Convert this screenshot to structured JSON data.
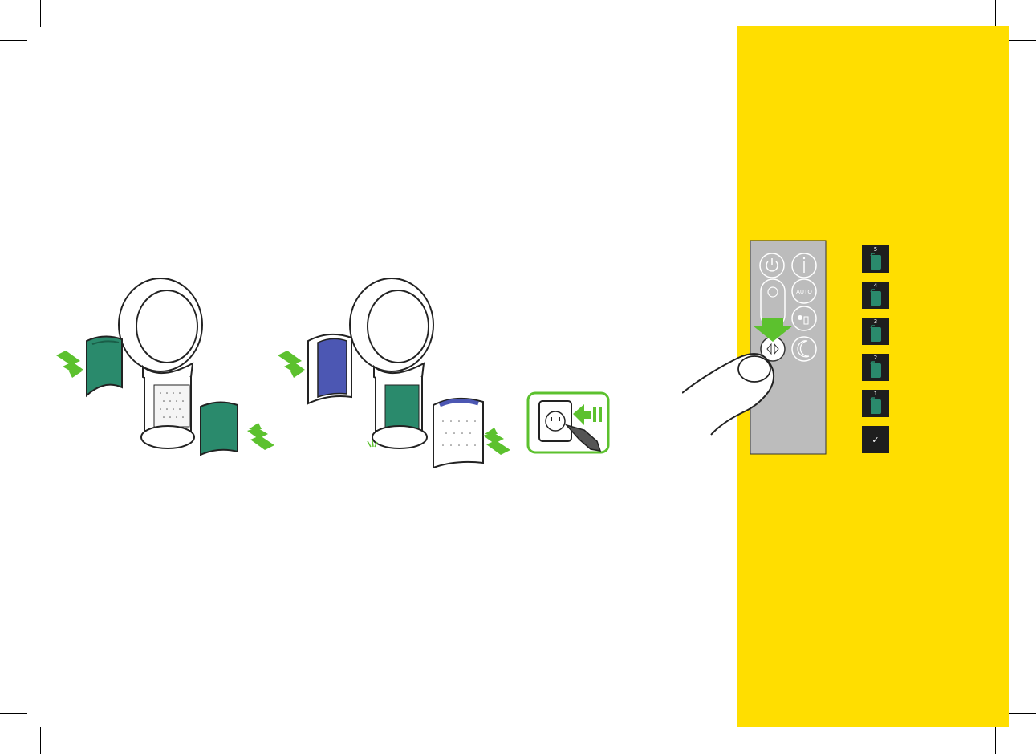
{
  "remote": {
    "auto_label": "AUTO"
  },
  "filter_countdown": {
    "steps": [
      {
        "number": "5"
      },
      {
        "number": "4"
      },
      {
        "number": "3"
      },
      {
        "number": "2"
      },
      {
        "number": "1"
      }
    ],
    "complete_glyph": "✓"
  },
  "colors": {
    "panel": "#ffde00",
    "carbon_filter": "#2a8a6c",
    "hepa_filter_inner": "#4c57b3",
    "arrow": "#5cc12e",
    "remote_body": "#bcbcbc"
  }
}
